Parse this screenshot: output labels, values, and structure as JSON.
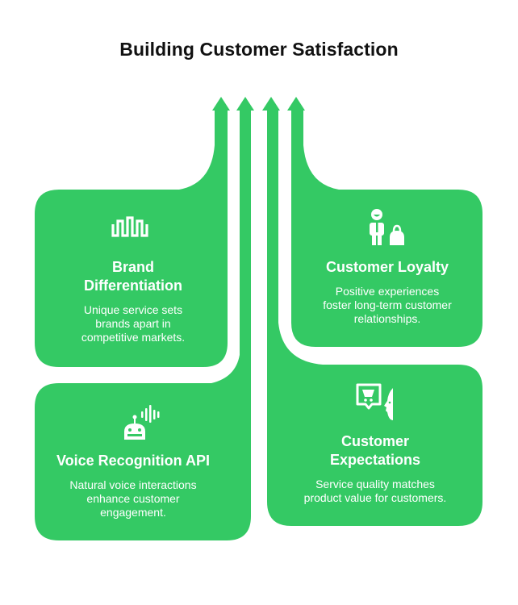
{
  "title": "Building Customer Satisfaction",
  "colors": {
    "accent": "#34c964",
    "text_on_accent": "#ffffff",
    "title": "#111111"
  },
  "cards": [
    {
      "id": "brand-differentiation",
      "icon": "wave-signal-icon",
      "title_lines": [
        "Brand",
        "Differentiation"
      ],
      "description_lines": [
        "Unique service sets",
        "brands apart in",
        "competitive markets."
      ]
    },
    {
      "id": "customer-loyalty",
      "icon": "businessman-with-bag-icon",
      "title_lines": [
        "Customer Loyalty"
      ],
      "description_lines": [
        "Positive experiences",
        "foster long-term customer",
        "relationships."
      ]
    },
    {
      "id": "voice-recognition-api",
      "icon": "robot-voice-icon",
      "title_lines": [
        "Voice Recognition API"
      ],
      "description_lines": [
        "Natural voice interactions",
        "enhance customer",
        "engagement."
      ]
    },
    {
      "id": "customer-expectations",
      "icon": "shopping-cart-speech-face-icon",
      "title_lines": [
        "Customer",
        "Expectations"
      ],
      "description_lines": [
        "Service quality matches",
        "product value for customers."
      ]
    }
  ],
  "arrows": {
    "count": 4,
    "direction": "up"
  }
}
